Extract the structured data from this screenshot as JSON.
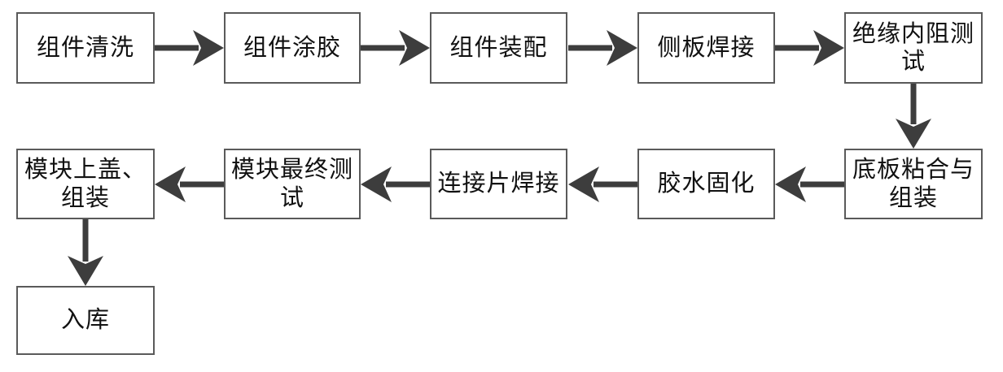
{
  "diagram": {
    "type": "flowchart",
    "nodes": [
      {
        "id": "n1",
        "label": "组件清洗"
      },
      {
        "id": "n2",
        "label": "组件涂胶"
      },
      {
        "id": "n3",
        "label": "组件装配"
      },
      {
        "id": "n4",
        "label": "侧板焊接"
      },
      {
        "id": "n5",
        "label": "绝缘内阻测\n试"
      },
      {
        "id": "n6",
        "label": "底板粘合与\n组装"
      },
      {
        "id": "n7",
        "label": "胶水固化"
      },
      {
        "id": "n8",
        "label": "连接片焊接"
      },
      {
        "id": "n9",
        "label": "模块最终测\n试"
      },
      {
        "id": "n10",
        "label": "模块上盖、\n组装"
      },
      {
        "id": "n11",
        "label": "入库"
      }
    ],
    "edges": [
      {
        "from": "组件清洗",
        "to": "组件涂胶",
        "direction": "right"
      },
      {
        "from": "组件涂胶",
        "to": "组件装配",
        "direction": "right"
      },
      {
        "from": "组件装配",
        "to": "侧板焊接",
        "direction": "right"
      },
      {
        "from": "侧板焊接",
        "to": "绝缘内阻测试",
        "direction": "right"
      },
      {
        "from": "绝缘内阻测试",
        "to": "底板粘合与组装",
        "direction": "down"
      },
      {
        "from": "底板粘合与组装",
        "to": "胶水固化",
        "direction": "left"
      },
      {
        "from": "胶水固化",
        "to": "连接片焊接",
        "direction": "left"
      },
      {
        "from": "连接片焊接",
        "to": "模块最终测试",
        "direction": "left"
      },
      {
        "from": "模块最终测试",
        "to": "模块上盖、组装",
        "direction": "left"
      },
      {
        "from": "模块上盖、组装",
        "to": "入库",
        "direction": "down"
      }
    ],
    "colors": {
      "arrow": "#3d3d3d",
      "border": "#5a5a5a",
      "text": "#111111",
      "background": "#ffffff"
    }
  }
}
